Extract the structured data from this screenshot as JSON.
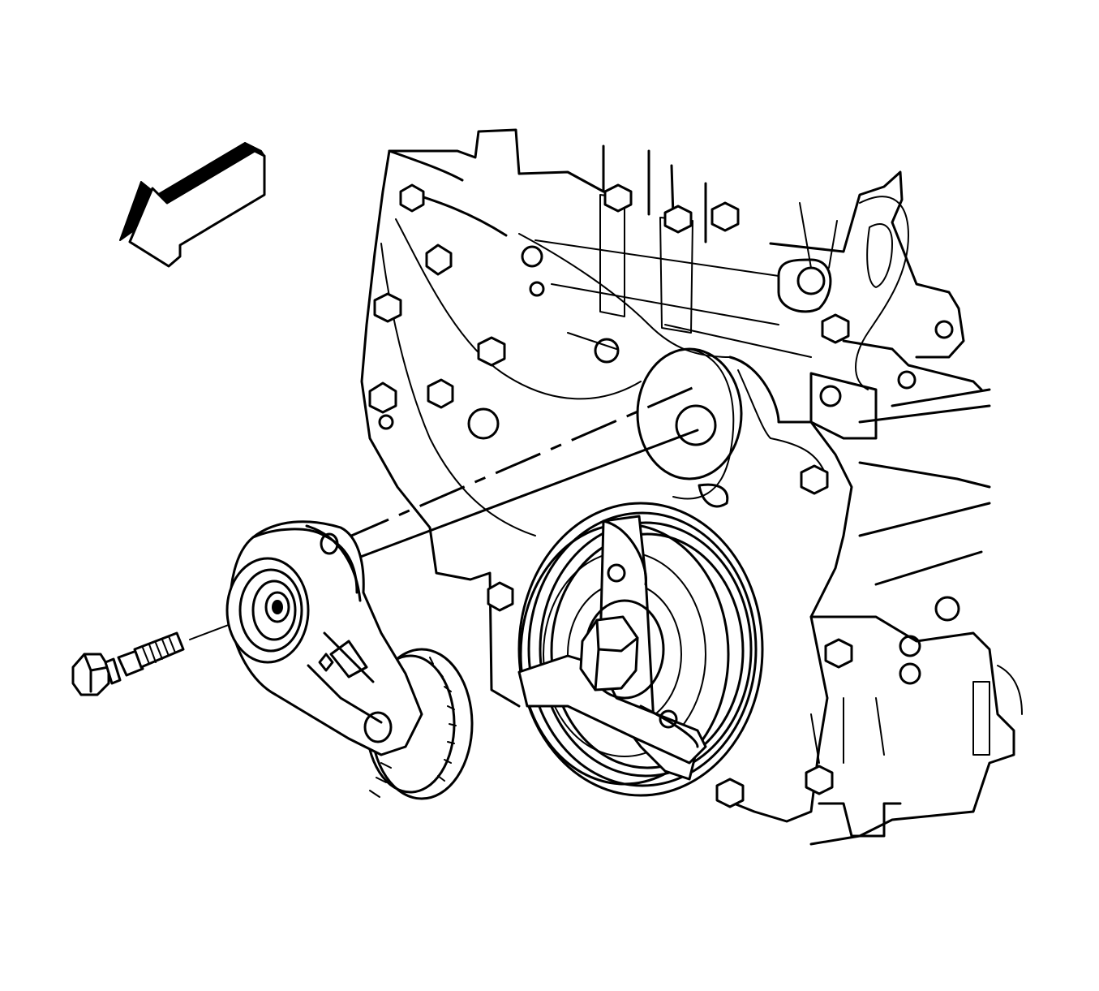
{
  "diagram": {
    "view_arrow_icon": "direction-arrow-icon",
    "components": [
      "engine-front-cover",
      "drive-belt-tensioner",
      "tensioner-bolt",
      "crankshaft-balancer",
      "alignment-centerline"
    ]
  }
}
